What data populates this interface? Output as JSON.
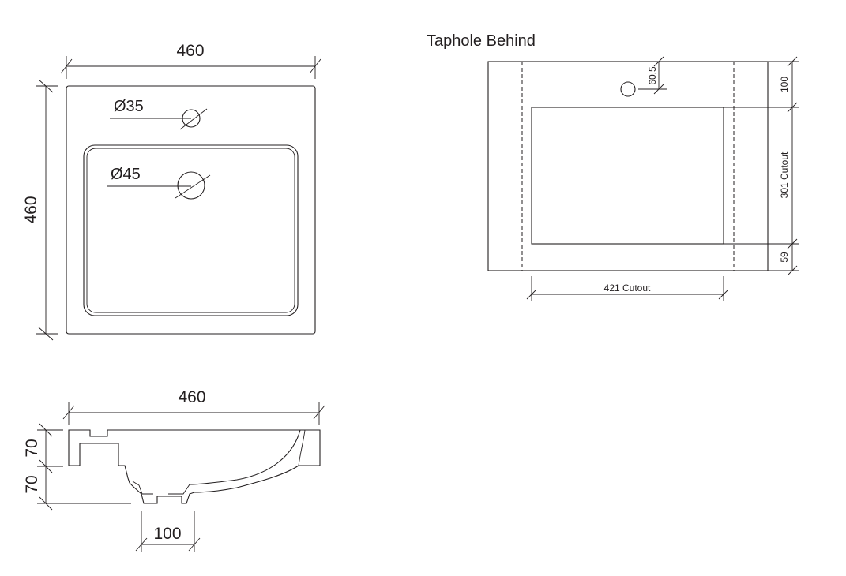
{
  "top_view": {
    "width_label": "460",
    "height_label": "460",
    "tap_hole_label": "Ø35",
    "waste_hole_label": "Ø45"
  },
  "section_view": {
    "width_label": "460",
    "upper_height_label": "70",
    "lower_height_label": "70",
    "waste_width_label": "100"
  },
  "cutout_view": {
    "title": "Taphole Behind",
    "taphole_offset_label": "60.5",
    "top_margin_label": "100",
    "cutout_height_label": "301 Cutout",
    "bottom_margin_label": "59",
    "cutout_width_label": "421 Cutout"
  }
}
